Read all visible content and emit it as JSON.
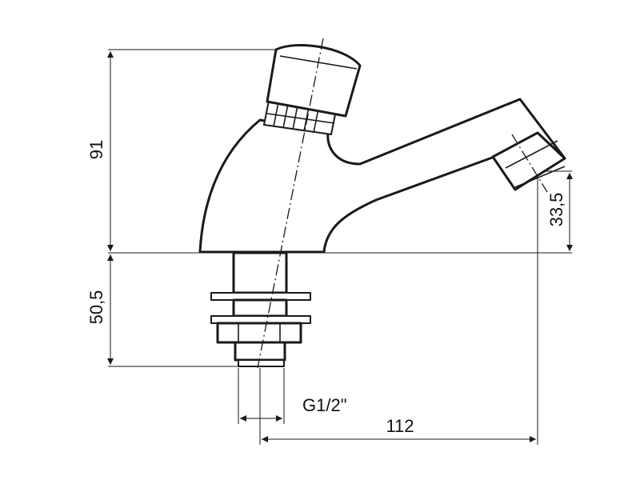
{
  "dimensions": {
    "height_total": "91",
    "spout_outlet_height": "33,5",
    "shank_length": "50,5",
    "thread": "G1/2\"",
    "reach": "112"
  },
  "colors": {
    "line": "#1a1a1a",
    "background": "#ffffff"
  }
}
